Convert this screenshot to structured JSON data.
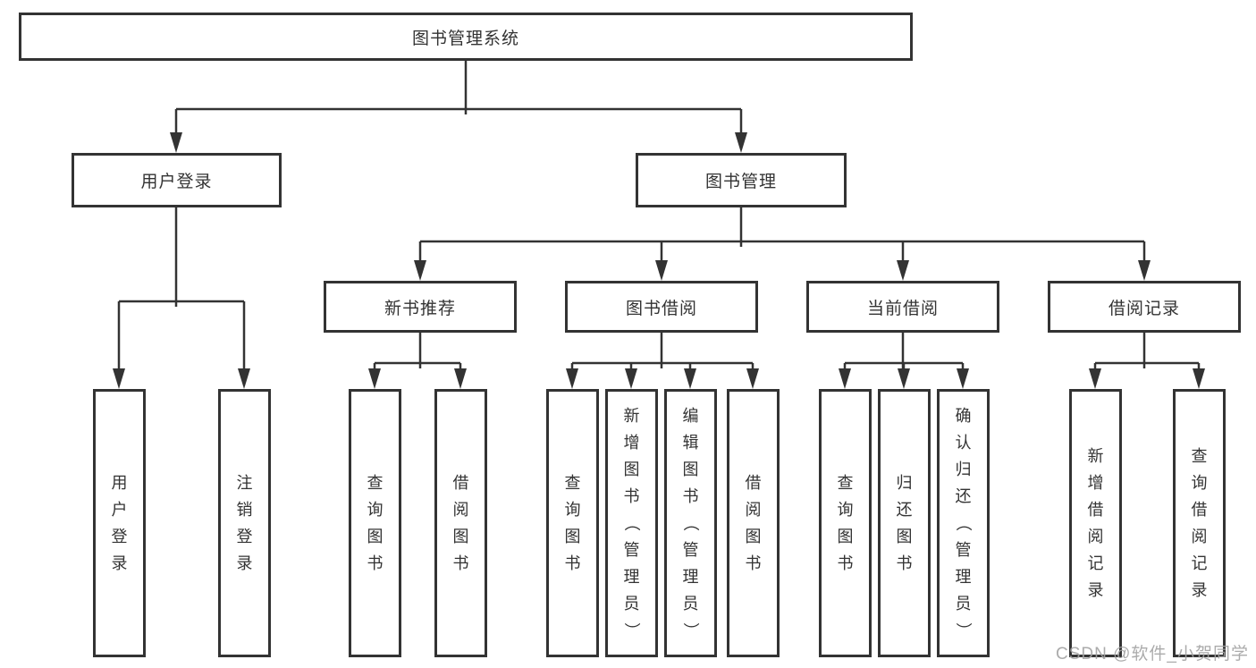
{
  "diagram": {
    "root": "图书管理系统",
    "branches": [
      {
        "label": "用户登录",
        "leaves": [
          "用户登录",
          "注销登录"
        ]
      },
      {
        "label": "图书管理",
        "subgroups": [
          {
            "label": "新书推荐",
            "leaves": [
              "查询图书",
              "借阅图书"
            ]
          },
          {
            "label": "图书借阅",
            "leaves": [
              "查询图书",
              "新增图书（管理员）",
              "编辑图书（管理员）",
              "借阅图书"
            ]
          },
          {
            "label": "当前借阅",
            "leaves": [
              "查询图书",
              "归还图书",
              "确认归还（管理员）"
            ]
          },
          {
            "label": "借阅记录",
            "leaves": [
              "新增借阅记录",
              "查询借阅记录"
            ]
          }
        ]
      }
    ]
  },
  "watermark": {
    "text": "CSDN @软件_小贺同学"
  },
  "colors": {
    "line": "#333333",
    "border": "#333333",
    "text": "#333333",
    "watermark": "#a3a3a3",
    "background": "#ffffff"
  }
}
